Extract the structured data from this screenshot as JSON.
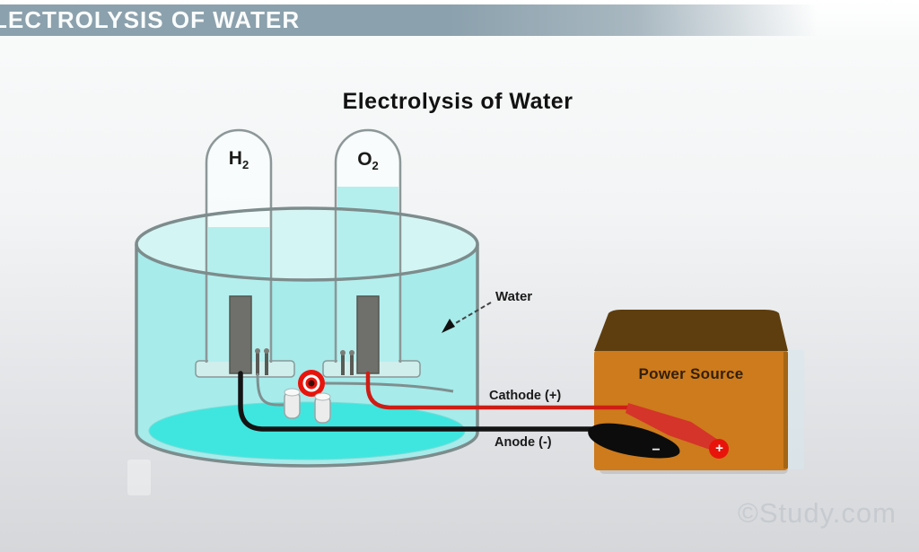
{
  "header": {
    "bar_title": "LECTROLYSIS OF WATER"
  },
  "diagram": {
    "title": "Electrolysis of Water",
    "tubes": [
      {
        "symbol": "H",
        "subscript": "2"
      },
      {
        "symbol": "O",
        "subscript": "2"
      }
    ],
    "labels": {
      "water": "Water",
      "cathode": "Cathode (+)",
      "anode": "Anode (-)",
      "power_source": "Power Source",
      "clip_plus": "+",
      "clip_minus": "−"
    }
  },
  "watermark": {
    "text": "©Study.com"
  },
  "colors": {
    "header_bar": "#8ba1ad",
    "water_main": "#a7ebeb",
    "water_surface": "#d3f5f3",
    "water_bright": "#3fe6df",
    "glass": "#7d8c8c",
    "platform": "#cfeeec",
    "electrode": "#6f706b",
    "wire_gray": "#7f8f8f",
    "wire_black": "#141414",
    "wire_red": "#ce1d15",
    "power_body": "#cd7b1c",
    "power_top": "#5e3e0f",
    "clip_red": "#d5342a",
    "indicator": "#e8140c",
    "watermark": "#c7cbd0"
  }
}
